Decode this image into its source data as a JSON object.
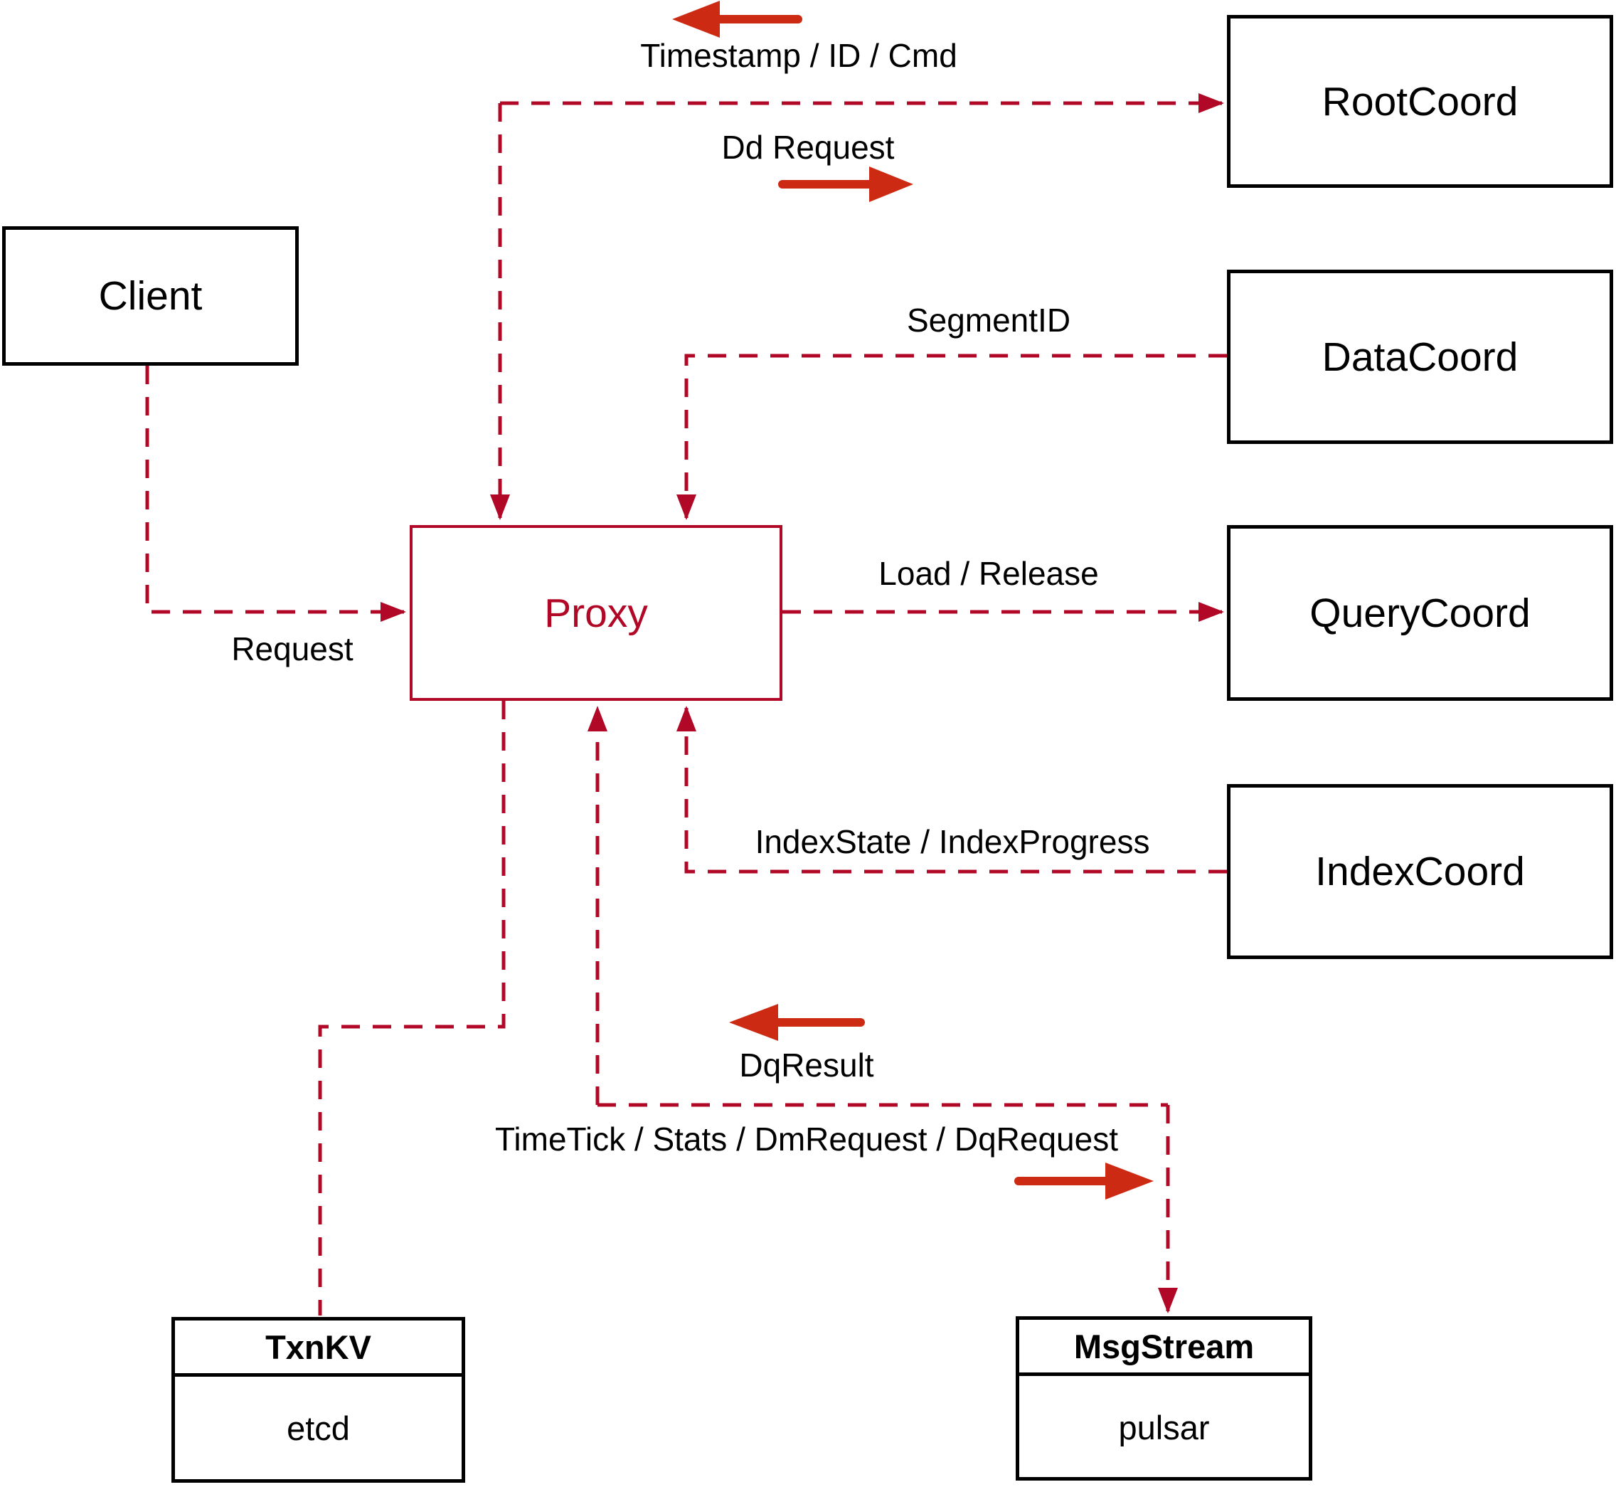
{
  "title": "Proxy interaction diagram",
  "colors": {
    "background": "#ffffff",
    "dashed_red": "#b00826",
    "solid_red": "#cc2a12",
    "box_border": "#000000",
    "text": "#000000"
  },
  "nodes": {
    "client": {
      "label": "Client"
    },
    "proxy": {
      "label": "Proxy"
    },
    "root_coord": {
      "label": "RootCoord"
    },
    "data_coord": {
      "label": "DataCoord"
    },
    "query_coord": {
      "label": "QueryCoord"
    },
    "index_coord": {
      "label": "IndexCoord"
    },
    "txn_kv": {
      "title": "TxnKV",
      "subtitle": "etcd"
    },
    "msg_stream": {
      "title": "MsgStream",
      "subtitle": "pulsar"
    }
  },
  "edge_labels": {
    "timestamp": "Timestamp / ID / Cmd",
    "dd_request": "Dd Request",
    "segment_id": "SegmentID",
    "request": "Request",
    "load_release": "Load / Release",
    "index_state": "IndexState / IndexProgress",
    "dq_result": "DqResult",
    "time_tick": "TimeTick / Stats / DmRequest / DqRequest"
  },
  "edges": [
    {
      "from": "Client",
      "to": "Proxy",
      "label": "Request",
      "style": "dashed",
      "arrow": "into-proxy"
    },
    {
      "from": "Proxy",
      "to": "RootCoord",
      "label": "Dd Request",
      "style": "dashed",
      "arrow": "into-rootcoord"
    },
    {
      "from": "RootCoord",
      "to": "Proxy",
      "label": "Timestamp / ID / Cmd",
      "style": "dashed",
      "arrow": "into-proxy"
    },
    {
      "from": "DataCoord",
      "to": "Proxy",
      "label": "SegmentID",
      "style": "dashed",
      "arrow": "into-proxy"
    },
    {
      "from": "Proxy",
      "to": "QueryCoord",
      "label": "Load / Release",
      "style": "dashed",
      "arrow": "into-querycoord"
    },
    {
      "from": "IndexCoord",
      "to": "Proxy",
      "label": "IndexState / IndexProgress",
      "style": "dashed",
      "arrow": "into-proxy"
    },
    {
      "from": "Proxy",
      "to": "TxnKV",
      "label": "",
      "style": "dashed",
      "arrow": "none"
    },
    {
      "from": "Proxy",
      "to": "MsgStream",
      "label": "TimeTick / Stats / DmRequest / DqRequest",
      "style": "dashed",
      "arrow": "into-msgstream"
    },
    {
      "from": "MsgStream",
      "to": "Proxy",
      "label": "DqResult",
      "style": "dashed",
      "arrow": "into-proxy"
    }
  ]
}
